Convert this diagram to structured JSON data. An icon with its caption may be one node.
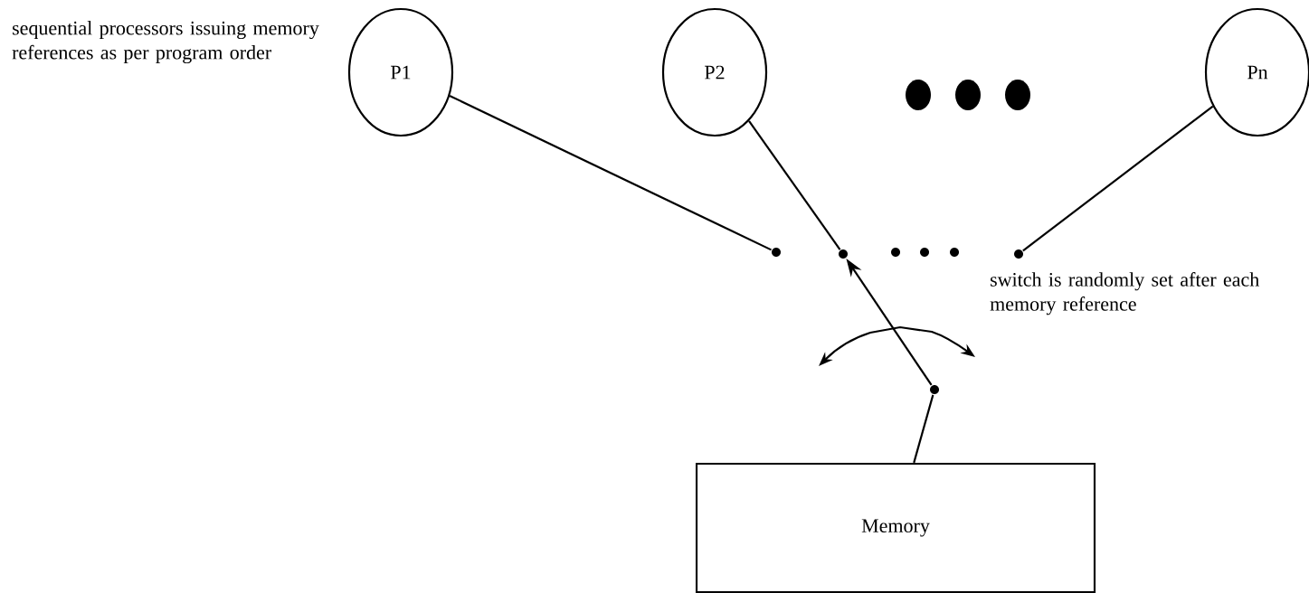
{
  "diagram": {
    "nodes": [
      {
        "text": [
          "P1"
        ]
      },
      {
        "text": [
          "P2"
        ]
      },
      {
        "text": [
          "Pn"
        ]
      },
      {
        "text": [
          "Memory"
        ]
      },
      {
        "text": [],
        "shape": "circle"
      },
      {
        "text": [],
        "shape": "circle"
      },
      {
        "text": [],
        "shape": "circle"
      },
      {
        "text": [],
        "shape": "circle"
      }
    ],
    "edges": [
      {
        "from": 0,
        "to": 4,
        "arrow": "none"
      },
      {
        "from": 1,
        "to": 5,
        "arrow": "none"
      },
      {
        "from": 2,
        "to": 6,
        "arrow": "none"
      },
      {
        "from": 7,
        "to": 5,
        "arrow": "to"
      },
      {
        "from": 7,
        "to": 3,
        "arrow": "none"
      }
    ],
    "labels": [
      "sequential processors issuing memory references as per program order",
      "switch is randomly set after each memory reference"
    ]
  }
}
